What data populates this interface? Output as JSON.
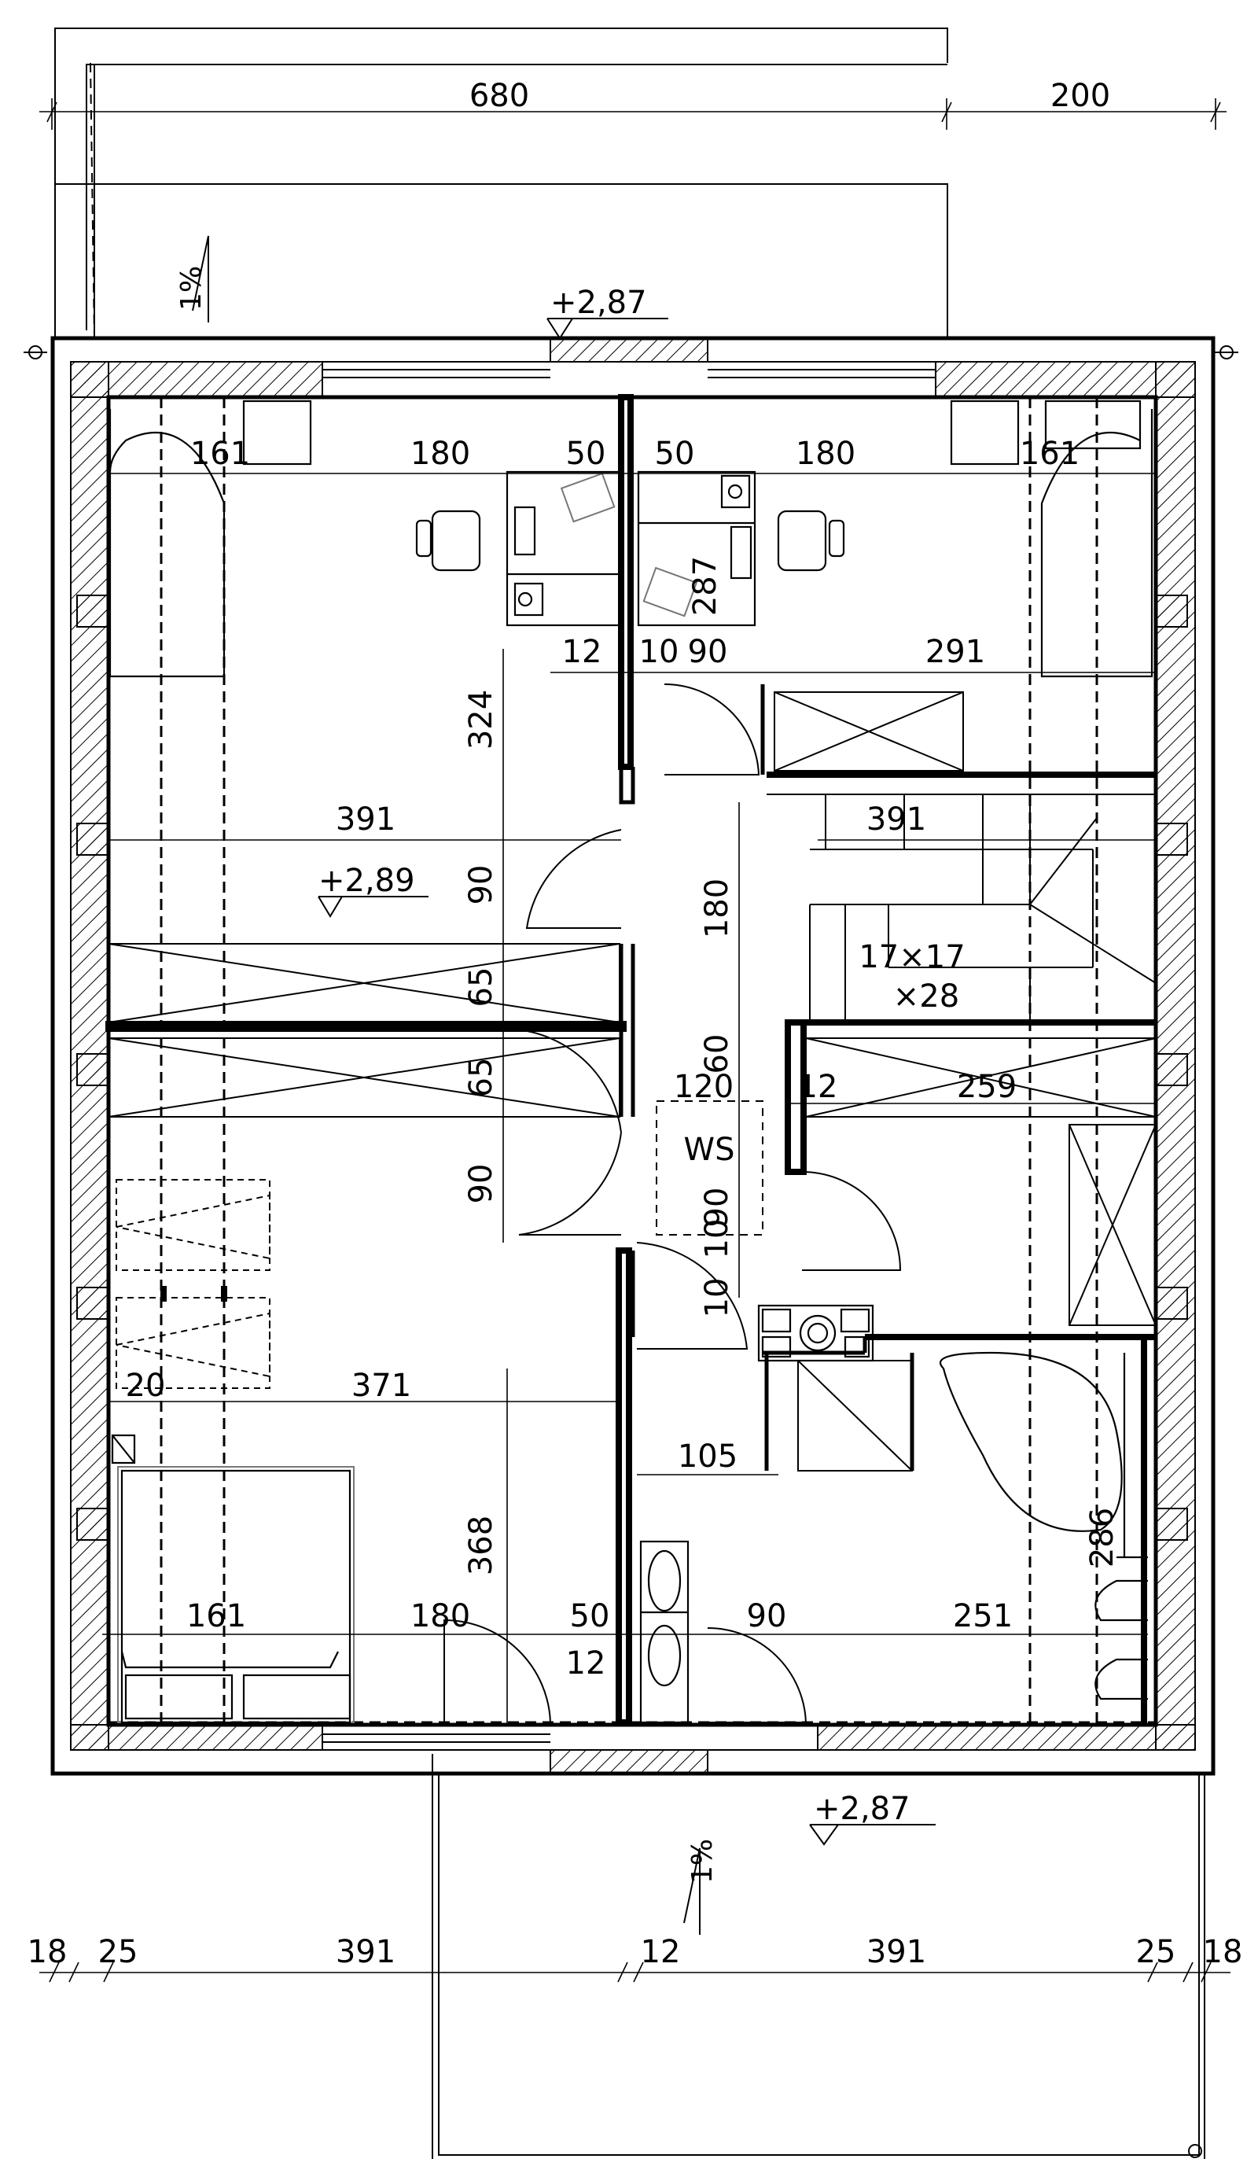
{
  "dims": {
    "top_680": "680",
    "top_200": "200",
    "d161_a": "161",
    "d180_a": "180",
    "d50_a": "50",
    "d50_b": "50",
    "d180_b": "180",
    "d161_b": "161",
    "d324": "324",
    "d12_a": "12",
    "d10_a": "10",
    "d90_a": "90",
    "d291": "291",
    "d287": "287",
    "d391_a": "391",
    "d391_b": "391",
    "d90_b": "90",
    "d65_a": "65",
    "d180_c": "180",
    "d65_b": "65",
    "d60": "60",
    "d120": "120",
    "d12_b": "12",
    "d259": "259",
    "d90_c": "90",
    "d90_d": "90",
    "d10_b": "10",
    "d10_c": "10",
    "d20": "20",
    "d371": "371",
    "d105": "105",
    "d368": "368",
    "d161_c": "161",
    "d180_d": "180",
    "d50_c": "50",
    "d12_c": "12",
    "d90_e": "90",
    "d251": "251",
    "d286": "286",
    "b18_a": "18",
    "b25_a": "25",
    "b391_a": "391",
    "b12": "12",
    "b391_b": "391",
    "b25_b": "25",
    "b18_b": "18"
  },
  "levels": {
    "top": "+2,87",
    "room": "+2,89",
    "bottom": "+2,87"
  },
  "slopes": {
    "top": "1%",
    "bottom": "1%"
  },
  "stairs": {
    "size": "17×17",
    "count": "×28"
  },
  "labels": {
    "ws": "WS"
  }
}
